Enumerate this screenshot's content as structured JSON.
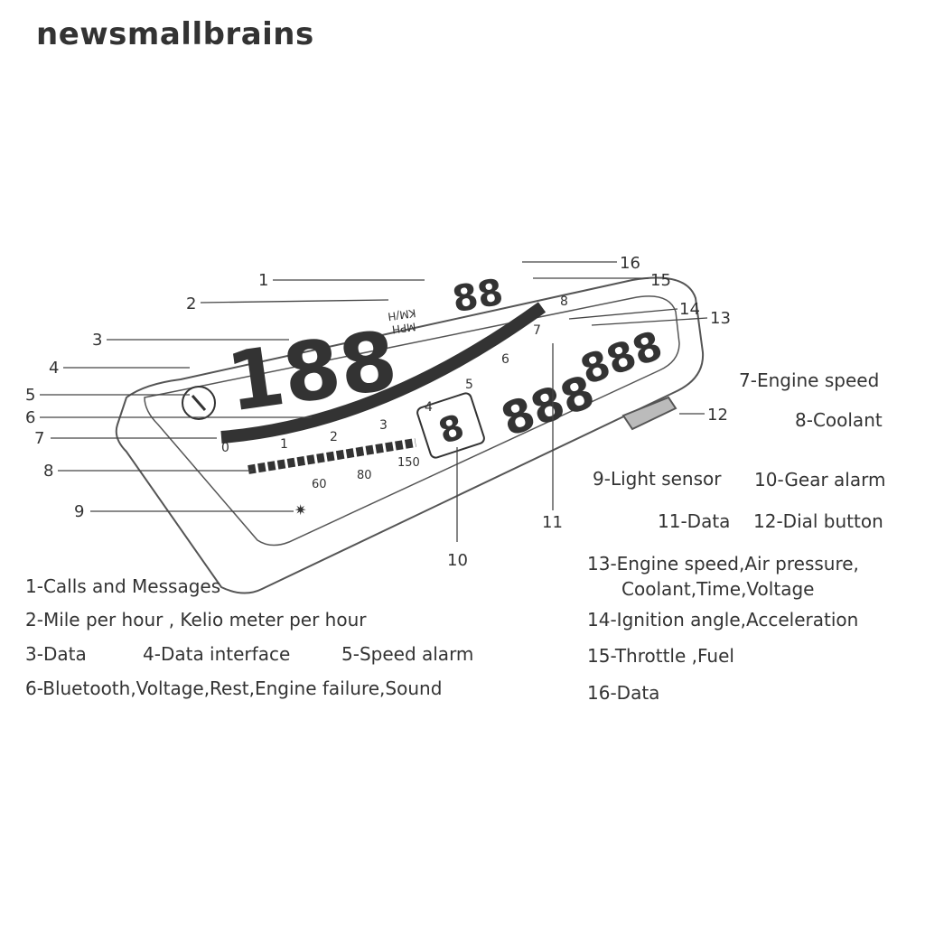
{
  "brand": "newsmallbrains",
  "callouts": [
    "1",
    "2",
    "3",
    "4",
    "5",
    "6",
    "7",
    "8",
    "9",
    "10",
    "11",
    "12",
    "13",
    "14",
    "15",
    "16"
  ],
  "display": {
    "speed_digits": "188",
    "unit_top": "KM/H",
    "unit_bottom": "MPH",
    "gear_digit": "8",
    "data_digits": "888",
    "top_digits": "88",
    "rpm_scale": [
      "0",
      "1",
      "2",
      "3",
      "4",
      "5",
      "6",
      "7",
      "8"
    ],
    "coolant_scale": [
      "60",
      "80",
      "150"
    ]
  },
  "legend_left": [
    "1-Calls and Messages",
    "2-Mile per hour , Kelio meter per hour",
    "3-Data",
    "4-Data interface",
    "5-Speed alarm",
    "6-Bluetooth,Voltage,Rest,Engine failure,Sound"
  ],
  "legend_right": [
    "7-Engine speed",
    "8-Coolant",
    "9-Light sensor",
    "10-Gear alarm",
    "11-Data",
    "12-Dial button",
    "13-Engine speed,Air pressure,",
    "Coolant,Time,Voltage",
    "14-Ignition angle,Acceleration",
    "15-Throttle ,Fuel",
    "16-Data"
  ]
}
